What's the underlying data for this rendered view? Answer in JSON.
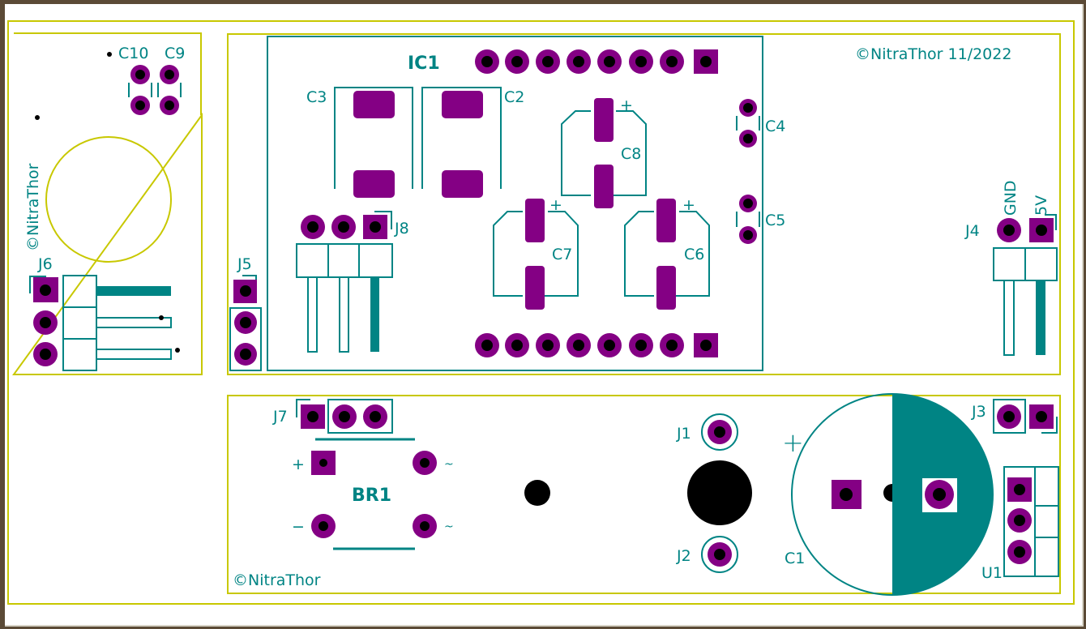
{
  "document": {
    "type": "PCB layout (KiCad top layer render)",
    "colors": {
      "edge_cuts": "#c8c800",
      "silkscreen": "#008484",
      "copper_pad": "#840084",
      "drill": "#000000",
      "background": "#ffffff",
      "window_frame": "#5b4a36"
    }
  },
  "boards": {
    "left_module": {
      "components": {
        "C10": "C10",
        "C9": "C9",
        "J6": "J6"
      },
      "copyright_vertical": "©NitraThor"
    },
    "main_top": {
      "components": {
        "IC1": "IC1",
        "C3": "C3",
        "C2": "C2",
        "C8": "C8",
        "C7": "C7",
        "C6": "C6",
        "C4": "C4",
        "C5": "C5",
        "J8": "J8",
        "J5": "J5",
        "J4": "J4"
      },
      "pin_labels": {
        "gnd": "GND",
        "v5": "5V"
      },
      "polarity": {
        "plus": "+"
      },
      "copyright": "©NitraThor 11/2022"
    },
    "power_bottom": {
      "components": {
        "J7": "J7",
        "BR1": "BR1",
        "J1": "J1",
        "J2": "J2",
        "J3": "J3",
        "C1": "C1",
        "U1": "U1"
      },
      "bridge_pins": {
        "plus": "+",
        "minus": "−",
        "ac1": "~",
        "ac2": "~"
      },
      "c1_polarity": "+",
      "copyright": "©NitraThor"
    }
  }
}
